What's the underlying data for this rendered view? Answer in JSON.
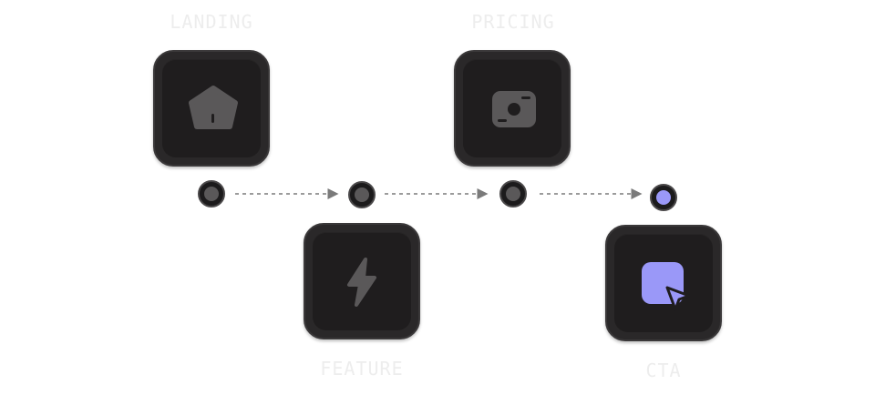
{
  "steps": [
    {
      "label": "LANDING",
      "icon": "home-icon"
    },
    {
      "label": "FEATURE",
      "icon": "lightning-icon"
    },
    {
      "label": "PRICING",
      "icon": "camera-icon"
    },
    {
      "label": "CTA",
      "icon": "cursor-click-icon",
      "active": true
    }
  ],
  "colors": {
    "card_bg": "#1f1d1e",
    "icon_muted": "#5a5859",
    "accent": "#9a98f8",
    "connector": "#7a7a7a",
    "label": "#ededed"
  }
}
